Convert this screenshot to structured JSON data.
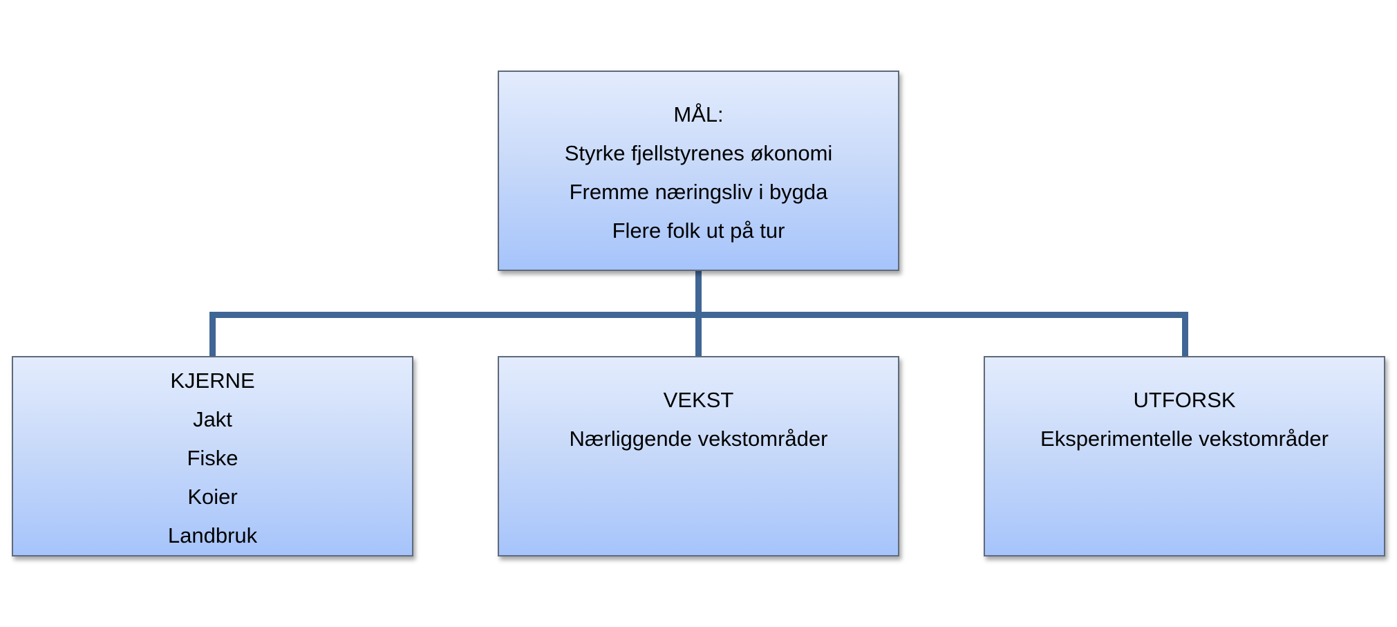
{
  "goal_box": {
    "heading": "MÅL:",
    "lines": [
      "Styrke fjellstyrenes økonomi",
      "Fremme næringsliv i bygda",
      "Flere folk ut på tur"
    ]
  },
  "core_box": {
    "heading": "KJERNE",
    "lines": [
      "Jakt",
      "Fiske",
      "Koier",
      "Landbruk"
    ]
  },
  "growth_box": {
    "heading": "VEKST",
    "lines": [
      "Nærliggende vekstområder"
    ]
  },
  "explore_box": {
    "heading": "UTFORSK",
    "lines": [
      "Eksperimentelle vekstområder"
    ]
  },
  "colors": {
    "connector": "#3f6694",
    "box_border": "#5f6b7c",
    "box_gradient_top": "#e3ecfd",
    "box_gradient_bottom": "#a6c4fb"
  }
}
